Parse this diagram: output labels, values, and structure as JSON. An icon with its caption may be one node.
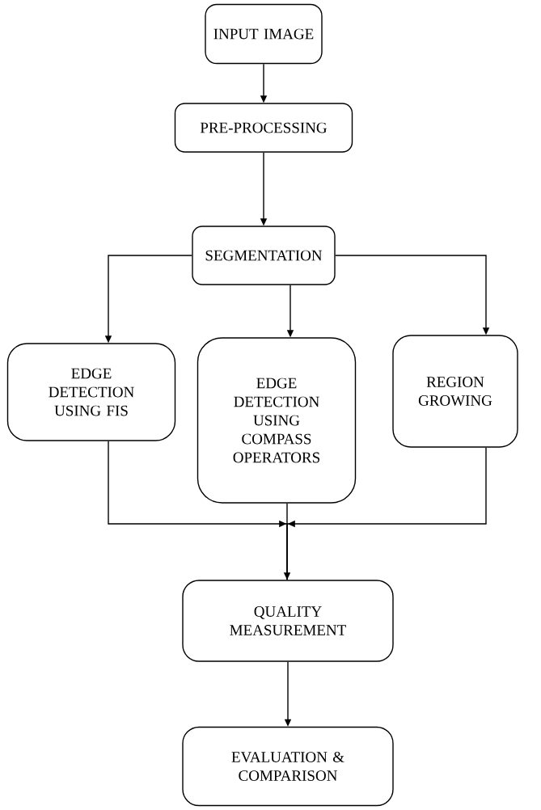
{
  "diagram": {
    "nodes": [
      {
        "text": [
          "INPUT IMAGE"
        ]
      },
      {
        "text": [
          "PRE-PROCESSING"
        ]
      },
      {
        "text": [
          "SEGMENTATION"
        ]
      },
      {
        "text": [
          "EDGE DETECTION USING FIS"
        ]
      },
      {
        "text": [
          "EDGE DETECTION USING COMPASS OPERATORS"
        ]
      },
      {
        "text": [
          "REGION GROWING"
        ]
      },
      {
        "text": [
          "QUALITY MEASUREMENT"
        ]
      },
      {
        "text": [
          "EVALUATION & COMPARISON"
        ]
      }
    ],
    "edges": [
      {
        "from": 0,
        "to": 1,
        "arrow": "to"
      },
      {
        "from": 1,
        "to": 2,
        "arrow": "to"
      },
      {
        "from": 2,
        "to": 3,
        "arrow": "to"
      },
      {
        "from": 2,
        "to": 4,
        "arrow": "to"
      },
      {
        "from": 2,
        "to": 5,
        "arrow": "to"
      },
      {
        "from": 3,
        "to": 6,
        "arrow": "to"
      },
      {
        "from": 4,
        "to": 6,
        "arrow": "to"
      },
      {
        "from": 5,
        "to": 6,
        "arrow": "to"
      },
      {
        "from": 6,
        "to": 7,
        "arrow": "to"
      }
    ]
  }
}
